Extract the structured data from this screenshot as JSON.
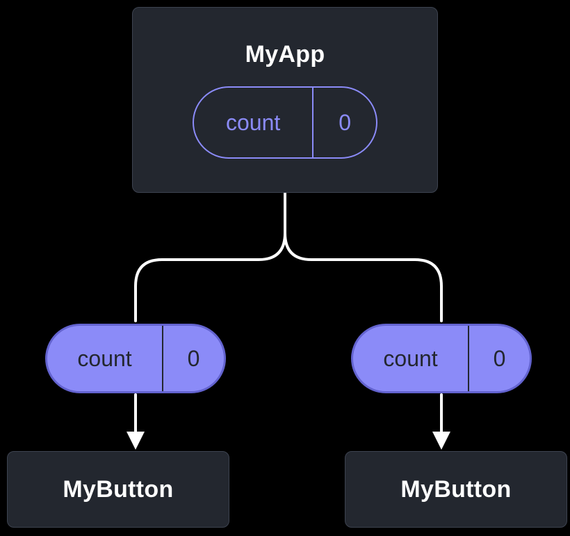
{
  "diagram": {
    "app": {
      "title": "MyApp",
      "state": {
        "name": "count",
        "value": "0"
      }
    },
    "props": [
      {
        "name": "count",
        "value": "0"
      },
      {
        "name": "count",
        "value": "0"
      }
    ],
    "buttons": [
      {
        "title": "MyButton"
      },
      {
        "title": "MyButton"
      }
    ],
    "colors": {
      "background": "#000000",
      "node_fill": "#23272f",
      "node_border": "#3d4350",
      "node_text": "#ffffff",
      "accent": "#8b8bf8",
      "pill_border_dark": "#6363cf",
      "pill_text_dark": "#23272f",
      "connector": "#ffffff"
    }
  }
}
